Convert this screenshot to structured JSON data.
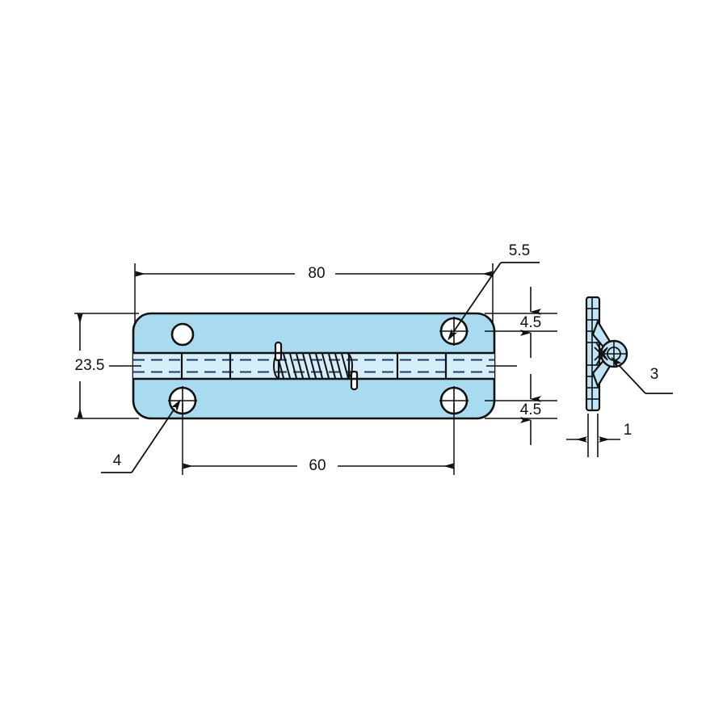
{
  "drawing": {
    "title": "Spring hinge dimensional drawing",
    "units": "mm",
    "background_color": "#ffffff",
    "line_color": "#111111",
    "plate_fill": "#a8daf0",
    "band_fill": "#d6eef8",
    "hole_fill": "#ffffff",
    "knuckle_fill": "#bfe4f4"
  },
  "views": {
    "front": {
      "name": "front-view",
      "plate_label": "hinge-plate"
    },
    "side": {
      "name": "side-view",
      "plate_label": "hinge-side-profile"
    }
  },
  "dimensions": {
    "overall_length": {
      "value": "80",
      "name": "dimension-overall-length"
    },
    "hole_spacing": {
      "value": "60",
      "name": "dimension-hole-spacing"
    },
    "overall_width": {
      "value": "23.5",
      "name": "dimension-overall-width"
    },
    "edge_to_hole_top": {
      "value": "4.5",
      "name": "dimension-edge-to-hole-top"
    },
    "edge_to_hole_bottom": {
      "value": "4.5",
      "name": "dimension-edge-to-hole-bottom"
    },
    "thickness": {
      "value": "1",
      "name": "dimension-thickness"
    }
  },
  "callouts": {
    "hole_diameter_large": {
      "value": "5.5",
      "name": "callout-hole-diameter-5-5"
    },
    "hole_diameter_small": {
      "value": "4",
      "name": "callout-hole-diameter-4"
    },
    "knuckle_diameter": {
      "value": "3",
      "name": "callout-knuckle-diameter-3"
    }
  }
}
